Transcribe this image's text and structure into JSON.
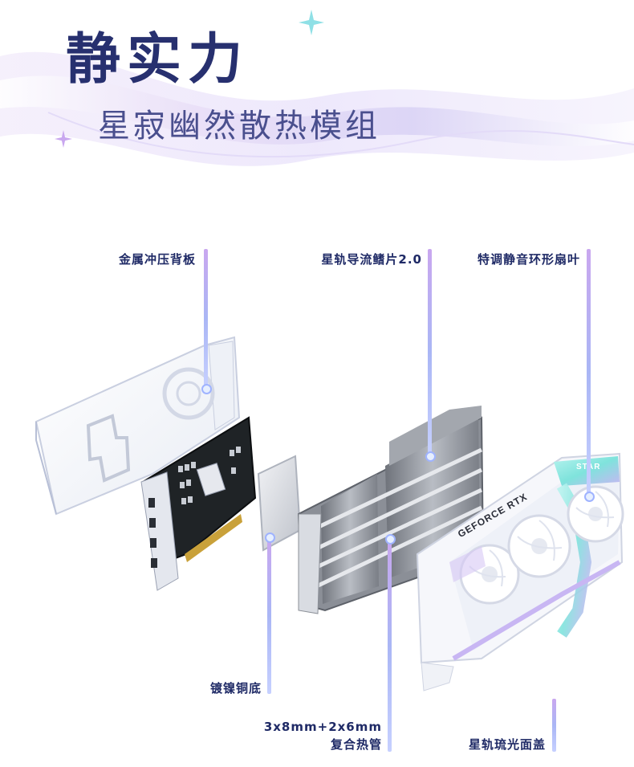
{
  "header": {
    "title": "静实力",
    "subtitle": "星寂幽然散热模组"
  },
  "callouts": [
    {
      "id": "backplate",
      "label": "金属冲压背板"
    },
    {
      "id": "fins",
      "label": "星轨导流鳍片2.0"
    },
    {
      "id": "fans",
      "label": "特调静音环形扇叶"
    },
    {
      "id": "baseplate",
      "label": "镀镍铜底"
    },
    {
      "id": "heatpipe_line1",
      "label": "3x8mm+2x6mm"
    },
    {
      "id": "heatpipe_line2",
      "label": "复合热管"
    },
    {
      "id": "shroud",
      "label": "星轨琉光面盖"
    }
  ],
  "product": {
    "brand_mark": "GEFORCE RTX",
    "shroud_badge": "STAR"
  },
  "colors": {
    "title": "#27306f",
    "accent_lilac": "#c9a7ef",
    "accent_blue": "#aab6f5",
    "teal": "#7fe3dc"
  }
}
